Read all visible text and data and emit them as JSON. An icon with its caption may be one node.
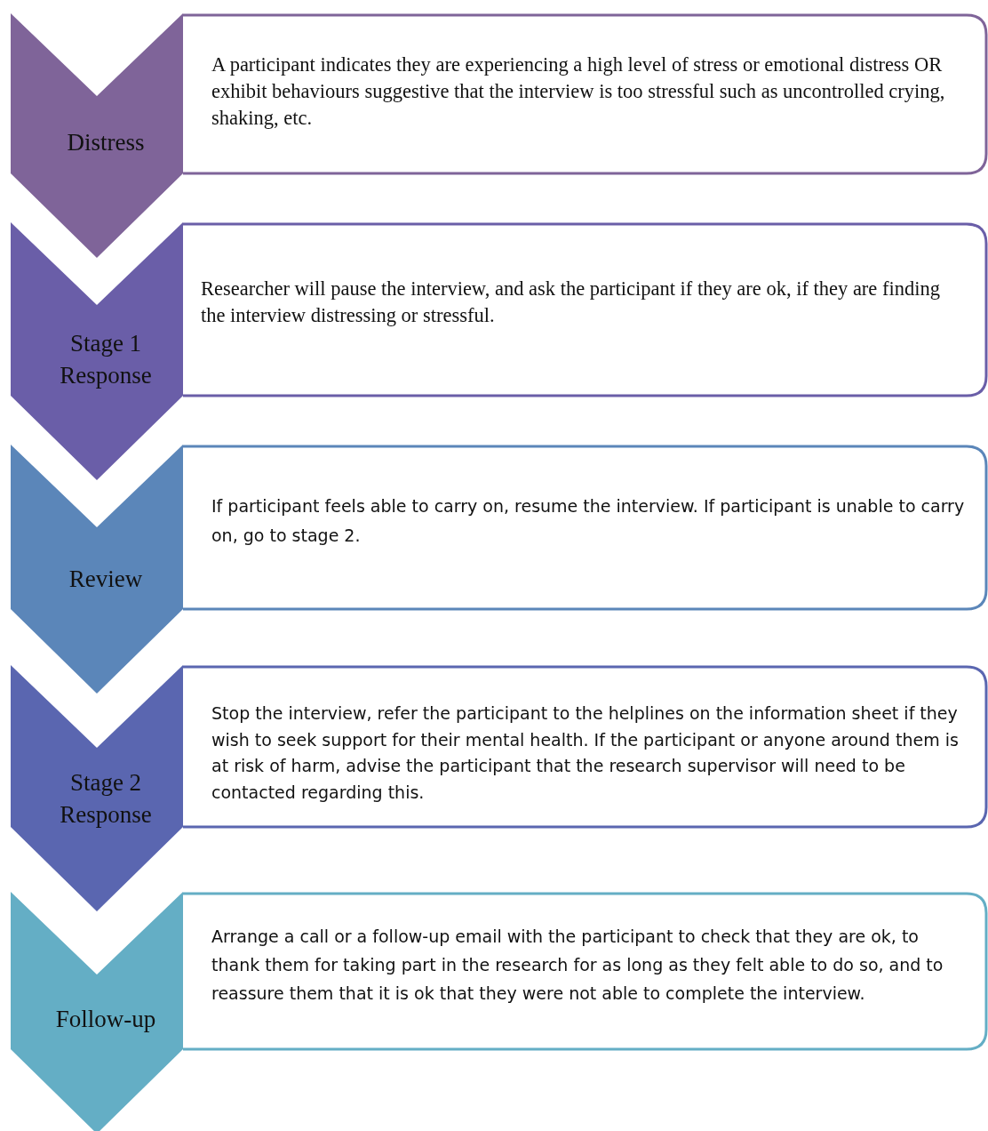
{
  "diagram": {
    "nodes": [
      {
        "text": [
          "Distress"
        ]
      },
      {
        "text": [
          "A participant indicates they are experiencing a high level of stress or emotional distress  OR exhibit behaviours suggestive that the interview is too stressful such as uncontrolled crying, shaking, etc."
        ]
      },
      {
        "text": [
          "Stage 1 Response"
        ]
      },
      {
        "text": [
          "Researcher will pause the interview, and ask the participant if they are ok, if they are finding the interview distressing or stressful."
        ]
      },
      {
        "text": [
          "Review"
        ]
      },
      {
        "text": [
          "If participant feels able to carry on, resume the interview. If participant is unable to carry on, go to stage 2."
        ]
      },
      {
        "text": [
          "Stage 2 Response"
        ]
      },
      {
        "text": [
          "Stop the interview, refer the participant to the helplines on the information sheet if they wish to seek support for their mental health. If the participant or anyone around them is at risk of harm, advise the participant that the research supervisor will need to be contacted regarding this."
        ]
      },
      {
        "text": [
          "Follow-up"
        ]
      },
      {
        "text": [
          "Arrange a call or a follow-up email with the participant to check that they are ok, to thank them for taking part in the research for as long as they felt able to do so, and to reassure them that it is ok that they were not able to complete the interview."
        ]
      }
    ]
  }
}
